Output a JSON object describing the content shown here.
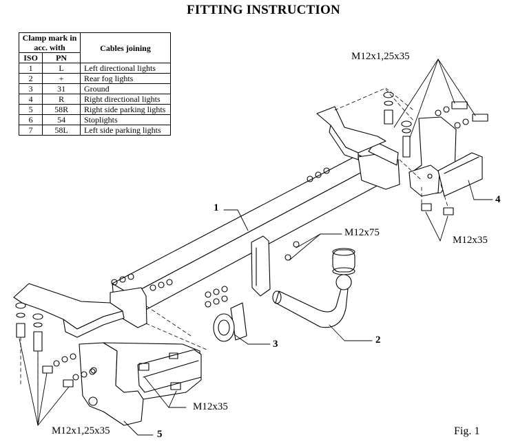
{
  "title": "FITTING INSTRUCTION",
  "table": {
    "header_clamp": "Clamp mark in acc. with",
    "header_cables": "Cables joining",
    "col_iso": "ISO",
    "col_pn": "PN",
    "rows": [
      {
        "iso": "1",
        "pn": "L",
        "desc": "Left directional lights"
      },
      {
        "iso": "2",
        "pn": "+",
        "desc": "Rear fog lights"
      },
      {
        "iso": "3",
        "pn": "31",
        "desc": "Ground"
      },
      {
        "iso": "4",
        "pn": "R",
        "desc": "Right directional lights"
      },
      {
        "iso": "5",
        "pn": "58R",
        "desc": "Right side parking lights"
      },
      {
        "iso": "6",
        "pn": "54",
        "desc": "Stoplights"
      },
      {
        "iso": "7",
        "pn": "58L",
        "desc": "Left side parking lights"
      }
    ]
  },
  "labels": {
    "bolt_top": "M12x1,25x35",
    "bolt_mid": "M12x75",
    "bolt_right": "M12x35",
    "bolt_bottom": "M12x35",
    "bolt_bottom_left": "M12x1,25x35"
  },
  "parts": {
    "p1": "1",
    "p2": "2",
    "p3": "3",
    "p4": "4",
    "p5": "5"
  },
  "figure": "Fig. 1"
}
